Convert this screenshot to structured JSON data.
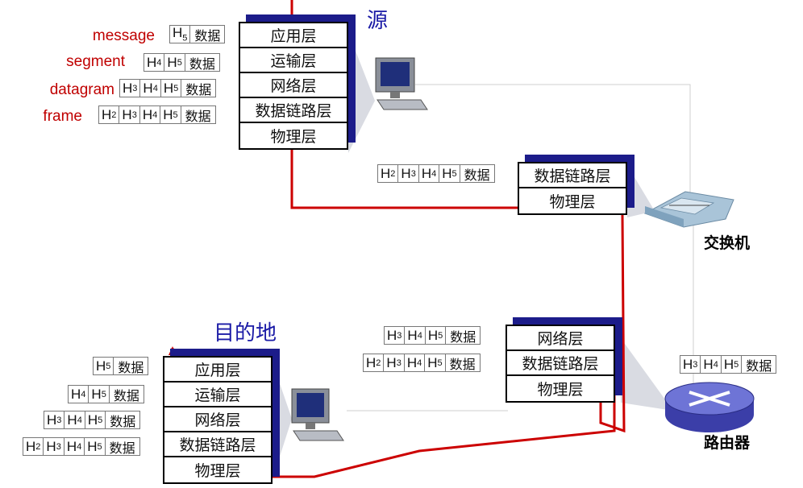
{
  "source_title": "源",
  "dest_title": "目的地",
  "switch_label": "交换机",
  "router_label": "路由器",
  "pdu_labels": [
    "message",
    "segment",
    "datagram",
    "frame"
  ],
  "data_word": "数据",
  "header_names": [
    "H2",
    "H3",
    "H4",
    "H5"
  ],
  "layers": {
    "application": "应用层",
    "transport": "运输层",
    "network": "网络层",
    "link": "数据链路层",
    "physical": "物理层"
  },
  "colors": {
    "path": "#cc0000",
    "stack_shadow": "#1c1c8a",
    "title": "#1a1aa6",
    "label": "#c00000"
  }
}
